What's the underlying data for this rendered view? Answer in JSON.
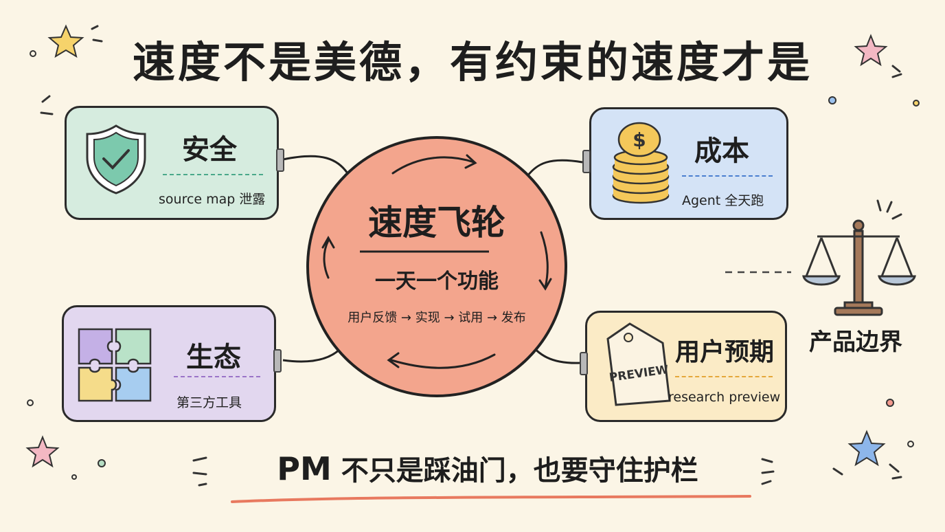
{
  "title": "速度不是美德，有约束的速度才是",
  "center": {
    "title": "速度飞轮",
    "subtitle": "一天一个功能",
    "cycle": "用户反馈 → 实现 → 试用 → 发布"
  },
  "cards": {
    "security": {
      "title": "安全",
      "sub": "source map 泄露",
      "icon": "shield-check-icon",
      "color": "#d6ecdf",
      "accent": "#4aa88a"
    },
    "cost": {
      "title": "成本",
      "sub": "Agent 全天跑",
      "icon": "coin-stack-icon",
      "color": "#d4e3f6",
      "accent": "#4a7fd0"
    },
    "ecosystem": {
      "title": "生态",
      "sub": "第三方工具",
      "icon": "puzzle-icon",
      "color": "#e2d7ef",
      "accent": "#9a74c8"
    },
    "expectation": {
      "title": "用户预期",
      "sub": "research preview",
      "icon": "tag-icon",
      "tag_text": "PREVIEW",
      "color": "#fbebc6",
      "accent": "#e4a73a"
    }
  },
  "coin_symbol": "$",
  "balance": {
    "label": "产品边界",
    "icon": "balance-scale-icon"
  },
  "footer": {
    "pm": "PM",
    "text": " 不只是踩油门，也要守住护栏"
  },
  "colors": {
    "background": "#fbf5e6",
    "circle": "#f3a58d",
    "underline": "#e8795f"
  }
}
